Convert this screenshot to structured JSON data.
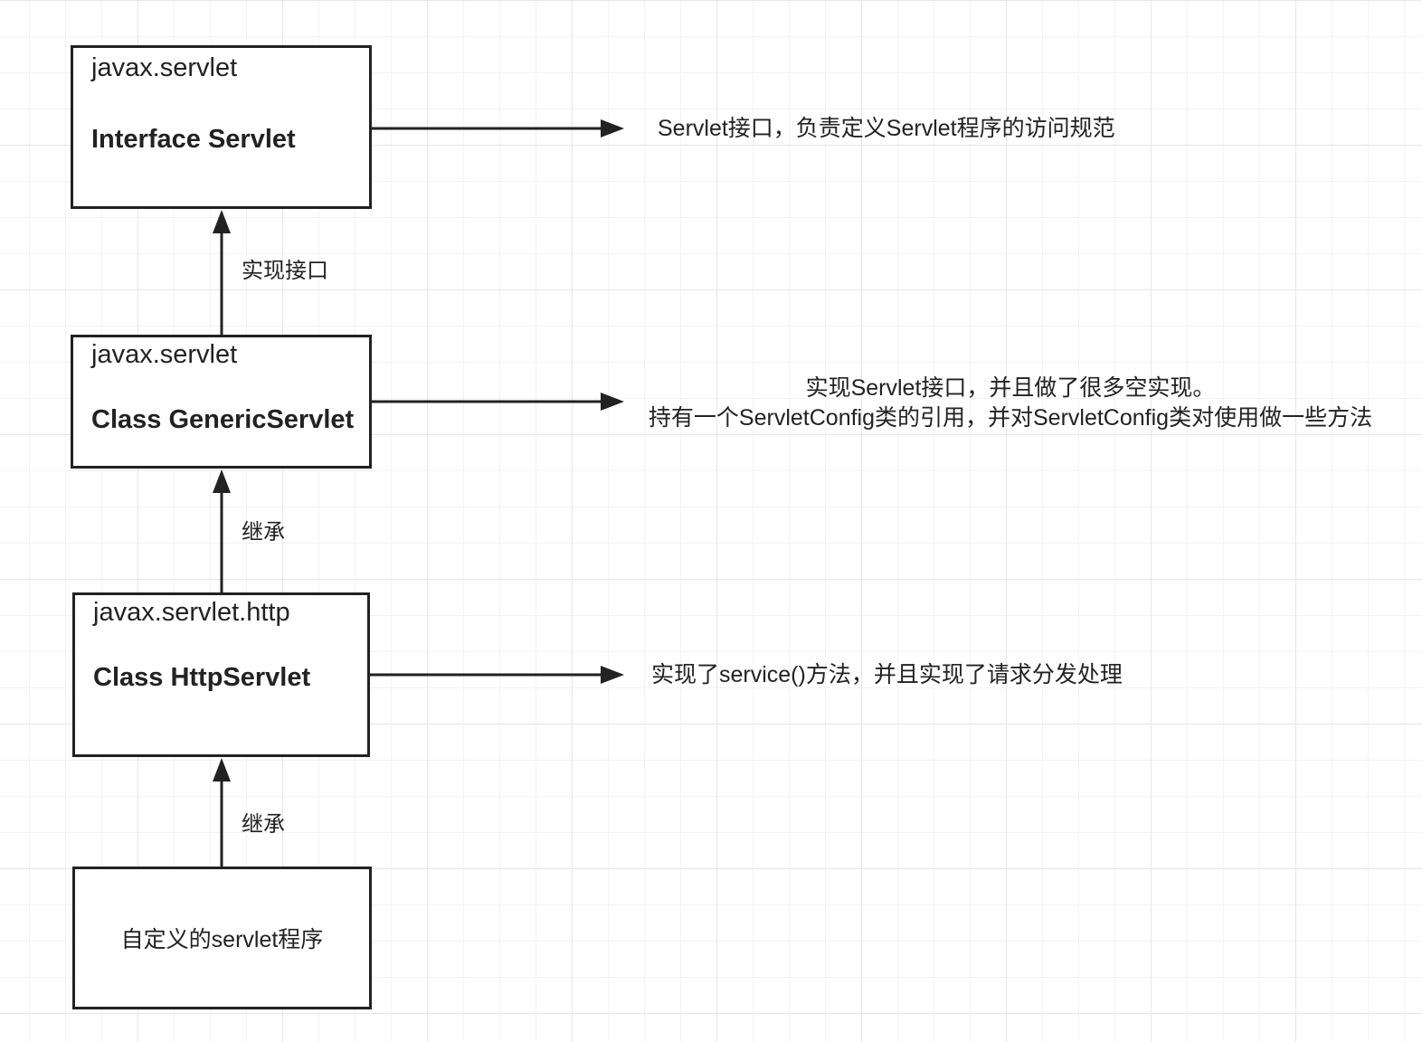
{
  "boxes": {
    "servlet": {
      "package": "javax.servlet",
      "name": "Interface Servlet"
    },
    "generic": {
      "package": "javax.servlet",
      "name": "Class GenericServlet"
    },
    "http": {
      "package": "javax.servlet.http",
      "name": "Class HttpServlet"
    },
    "custom": {
      "label": "自定义的servlet程序"
    }
  },
  "edges": {
    "implements_label": "实现接口",
    "extends_label_1": "继承",
    "extends_label_2": "继承"
  },
  "notes": {
    "servlet": "Servlet接口，负责定义Servlet程序的访问规范",
    "generic_line1": "实现Servlet接口，并且做了很多空实现。",
    "generic_line2": "持有一个ServletConfig类的引用，并对ServletConfig类对使用做一些方法",
    "http": "实现了service()方法，并且实现了请求分发处理"
  }
}
